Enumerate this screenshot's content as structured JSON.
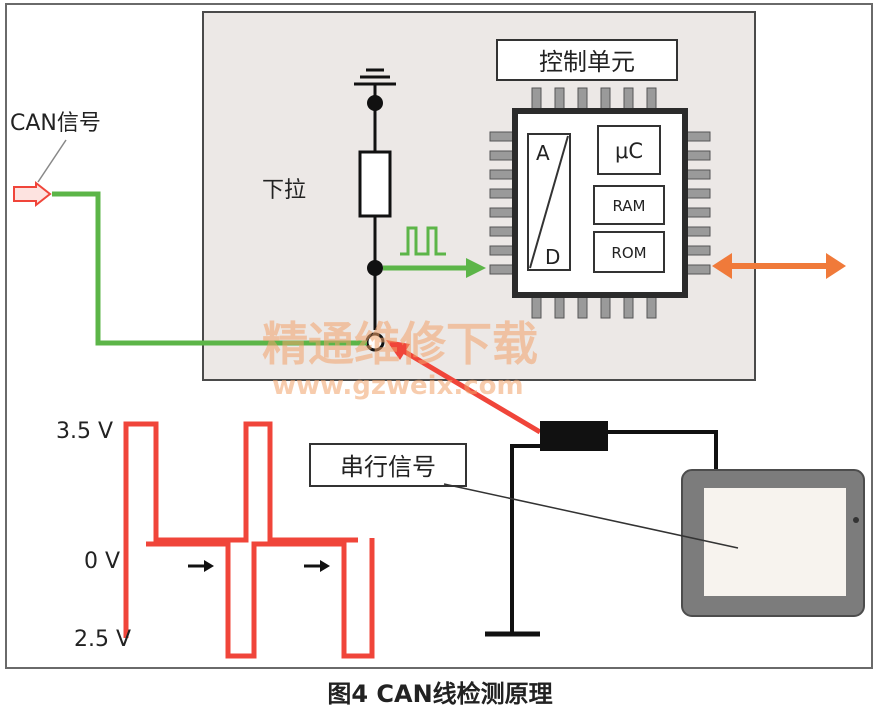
{
  "labels": {
    "can_signal": "CAN信号",
    "pull_down": "下拉",
    "control_unit": "控制单元",
    "adc_a": "A",
    "adc_d": "D",
    "uc": "μC",
    "ram": "RAM",
    "rom": "ROM",
    "serial_signal": "串行信号"
  },
  "waveform_levels": {
    "high": "3.5 V",
    "zero": "0 V",
    "low": "2.5 V"
  },
  "watermark": {
    "cn": "精通维修下载",
    "url": "www.gzweix.com"
  },
  "caption": "图4 CAN线检测原理",
  "colors": {
    "green_wire": "#5cb548",
    "red_signal": "#f0453a",
    "orange_arrow": "#f07a3a",
    "panel_bg": "#ece8e6",
    "chip_body": "#2b2b2b",
    "pin": "#9a9a9a"
  }
}
